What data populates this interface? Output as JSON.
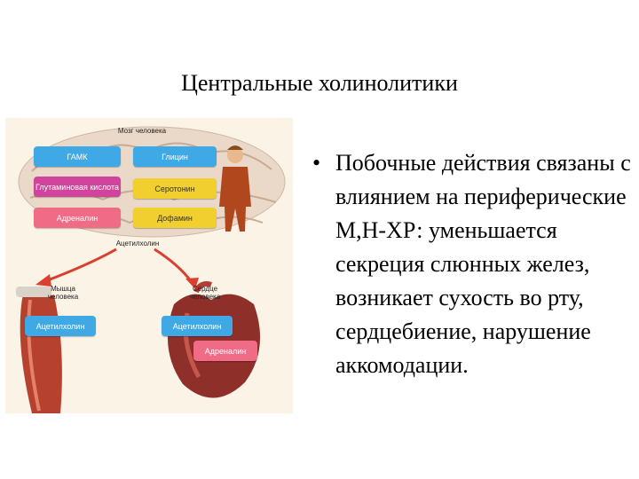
{
  "slide": {
    "title": "Центральные холинолитики",
    "bullet": "•",
    "body_text": "Побочные действия связаны с влиянием на периферические М,Н-ХР: уменьшается секреция слюнных желез, возникает сухость во рту, сердцебиение, нарушение аккомодации."
  },
  "figure": {
    "brain_title": "Мозг человека",
    "labels": {
      "gaba": "ГАМК",
      "glycine": "Глицин",
      "glutamate": "Глутаминовая кислота",
      "serotonin": "Серотонин",
      "adrenaline": "Адреналин",
      "dopamine": "Дофамин",
      "acetylcholine_center": "Ацетилхолин",
      "muscle_title": "Мышца человека",
      "heart_title": "Сердце человека",
      "acetylcholine_muscle": "Ацетилхолин",
      "acetylcholine_heart": "Ацетилхолин",
      "adrenaline_heart": "Адреналин"
    },
    "colors": {
      "blue": "#3fa9e6",
      "magenta": "#d0459b",
      "yellow": "#f1cf2f",
      "pink": "#ef6b86",
      "arrow": "#d9402f"
    }
  }
}
